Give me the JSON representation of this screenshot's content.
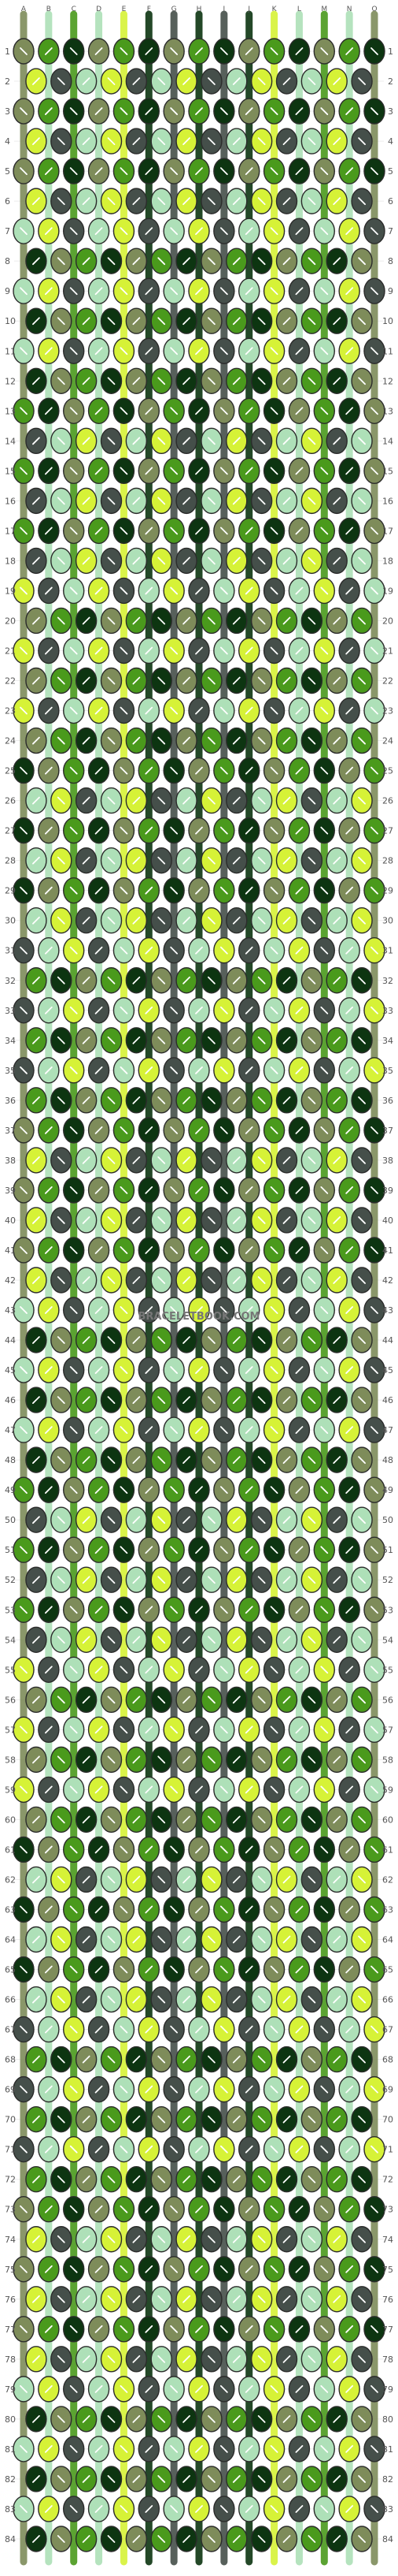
{
  "watermark": "BRACELETBOOK.COM",
  "rows": [
    "1",
    "2",
    "3",
    "4",
    "5",
    "6",
    "7",
    "8",
    "9",
    "10",
    "11",
    "12",
    "13",
    "14",
    "15",
    "16",
    "17",
    "18",
    "19",
    "20",
    "21",
    "22",
    "23",
    "24",
    "25",
    "26",
    "27",
    "28",
    "29",
    "30",
    "31",
    "32",
    "33",
    "34",
    "35",
    "36",
    "37",
    "38",
    "39",
    "40",
    "41",
    "42",
    "43",
    "44",
    "45",
    "46",
    "47",
    "48",
    "49",
    "50",
    "51",
    "52",
    "53",
    "54",
    "55",
    "56",
    "57",
    "58",
    "59",
    "60",
    "61",
    "62",
    "63",
    "64",
    "65",
    "66",
    "67",
    "68",
    "69",
    "70",
    "71",
    "72",
    "73",
    "74",
    "75",
    "76",
    "77",
    "78",
    "79",
    "80",
    "81",
    "82",
    "83",
    "84"
  ],
  "strings": [
    {
      "letter": "A",
      "color": "#7e8c5a"
    },
    {
      "letter": "B",
      "color": "#aee0b8"
    },
    {
      "letter": "C",
      "color": "#4a9a1c"
    },
    {
      "letter": "D",
      "color": "#aee0b8"
    },
    {
      "letter": "E",
      "color": "#d6f237"
    },
    {
      "letter": "F",
      "color": "#0d3511"
    },
    {
      "letter": "G",
      "color": "#454f4a"
    },
    {
      "letter": "H",
      "color": "#0d3511"
    },
    {
      "letter": "I",
      "color": "#454f4a"
    },
    {
      "letter": "J",
      "color": "#0d3511"
    },
    {
      "letter": "K",
      "color": "#d6f237"
    },
    {
      "letter": "L",
      "color": "#aee0b8"
    },
    {
      "letter": "M",
      "color": "#4a9a1c"
    },
    {
      "letter": "N",
      "color": "#aee0b8"
    },
    {
      "letter": "O",
      "color": "#7e8c5a"
    }
  ],
  "palette": [
    "#7e8c5a",
    "#aee0b8",
    "#4a9a1c",
    "#d6f237",
    "#0d3511",
    "#454f4a"
  ]
}
